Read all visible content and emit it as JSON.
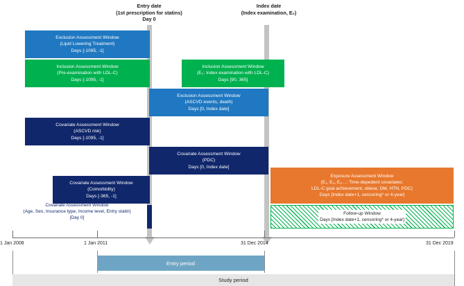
{
  "diagram": {
    "title": "Study design timeline for statin cohort",
    "colors": {
      "blue": "#1F78C1",
      "green": "#00B14F",
      "navy": "#10276B",
      "orange": "#E8782D",
      "gray_bar": "#C3C3C3",
      "entry_period": "#6FA5C4",
      "study_period": "#E6E6E6"
    }
  },
  "headers": {
    "entry_date": {
      "line1": "Entry date",
      "line2": "(1st prescription for statins)",
      "line3": "Day 0"
    },
    "index_date": {
      "line1": "Index date",
      "line2": "(Index examination, E₀)"
    }
  },
  "windows": [
    {
      "id": "exclusion-lipid-lowering",
      "color": "blue",
      "line1": "Exclusion Assessment Window",
      "line2": "(Lipid Lowering Treatment)",
      "line3": "Days [-1095, -1]"
    },
    {
      "id": "inclusion-pre-examination",
      "color": "green",
      "line1": "Inclusion Assessment Window",
      "line2": "(Pre-examination with LDL-C)",
      "line3": "Days [-1095, -1]"
    },
    {
      "id": "inclusion-index-examination",
      "color": "green",
      "line1": "Inclusion Assessment Window",
      "line2": "(E₀: Index examination with LDL-C)",
      "line3": "Days [90, 365]"
    },
    {
      "id": "exclusion-ascvd-events",
      "color": "blue",
      "line1": "Exclusion Assessment Window",
      "line2": "(ASCVD events, death)",
      "line3": "Days [0, Index date]"
    },
    {
      "id": "covariate-ascvd-risk",
      "color": "navy",
      "line1": "Covariate Assessment Window",
      "line2": "(ASCVD risk)",
      "line3": "Days [-1095, -1]"
    },
    {
      "id": "covariate-pdc",
      "color": "navy",
      "line1": "Covariate Assessment Window",
      "line2": "(PDC)",
      "line3": "Days [0, Index date]"
    },
    {
      "id": "covariate-comorbidity",
      "color": "navy",
      "line1": "Covariate Assessment Window",
      "line2": "(Comorbidity)",
      "line3": "Days [-365, -1]"
    },
    {
      "id": "exposure-assessment",
      "color": "orange",
      "line1": "Exposure Assessment Window",
      "line2": "(E₁, E₂, E₃…: Time-depedent covariates:",
      "line3": "LDL-C goal achievement, obese, DM, HTN, PDC)",
      "line4": "Days [Index date+1, censoring* or 4-year]"
    }
  ],
  "covariate_demographics": {
    "line1": "Covariate Assessment Window",
    "line2": "(Age, Sex, Insurance type, Income level, Entry statin)",
    "line3": "[Day 0]"
  },
  "followup": {
    "line1": "Follow-up Window",
    "line2": "Days [Index date+1, censoring* or 4-year]"
  },
  "axis": {
    "ticks": [
      {
        "label": "1 Jan 2008"
      },
      {
        "label": "1 Jan 2011"
      },
      {
        "label": "31 Dec 2014"
      },
      {
        "label": "31 Dec 2019"
      }
    ]
  },
  "periods": {
    "entry": "Entry period",
    "study": "Study period"
  }
}
